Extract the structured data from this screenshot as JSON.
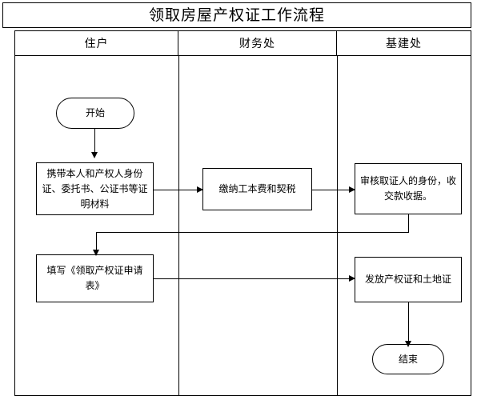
{
  "document": {
    "title": "领取房屋产权证工作流程"
  },
  "lanes": [
    {
      "label": "住户"
    },
    {
      "label": "财务处"
    },
    {
      "label": "基建处"
    }
  ],
  "nodes": [
    {
      "id": "start",
      "shape": "terminal",
      "lane": 0,
      "label": "开始"
    },
    {
      "id": "docs",
      "shape": "process",
      "lane": 0,
      "label": "携带本人和产权人身份证、委托书、公证书等证明材料"
    },
    {
      "id": "pay",
      "shape": "process",
      "lane": 1,
      "label": "缴纳工本费和契税"
    },
    {
      "id": "verify",
      "shape": "process",
      "lane": 2,
      "label": "审核取证人的身份，收交款收据。"
    },
    {
      "id": "form",
      "shape": "process",
      "lane": 0,
      "label": "填写《领取产权证申请表》"
    },
    {
      "id": "issue",
      "shape": "process",
      "lane": 2,
      "label": "发放产权证和土地证"
    },
    {
      "id": "end",
      "shape": "terminal",
      "lane": 2,
      "label": "结束"
    }
  ],
  "edges": [
    {
      "from": "start",
      "to": "docs",
      "direction": "down"
    },
    {
      "from": "docs",
      "to": "pay",
      "direction": "right"
    },
    {
      "from": "pay",
      "to": "verify",
      "direction": "right"
    },
    {
      "from": "verify",
      "to": "form",
      "direction": "down-left-down"
    },
    {
      "from": "form",
      "to": "issue",
      "direction": "right"
    },
    {
      "from": "issue",
      "to": "end",
      "direction": "down"
    }
  ],
  "style": {
    "line_color": "#000000",
    "node_fill": "#ffffff",
    "border_color": "#000000"
  }
}
